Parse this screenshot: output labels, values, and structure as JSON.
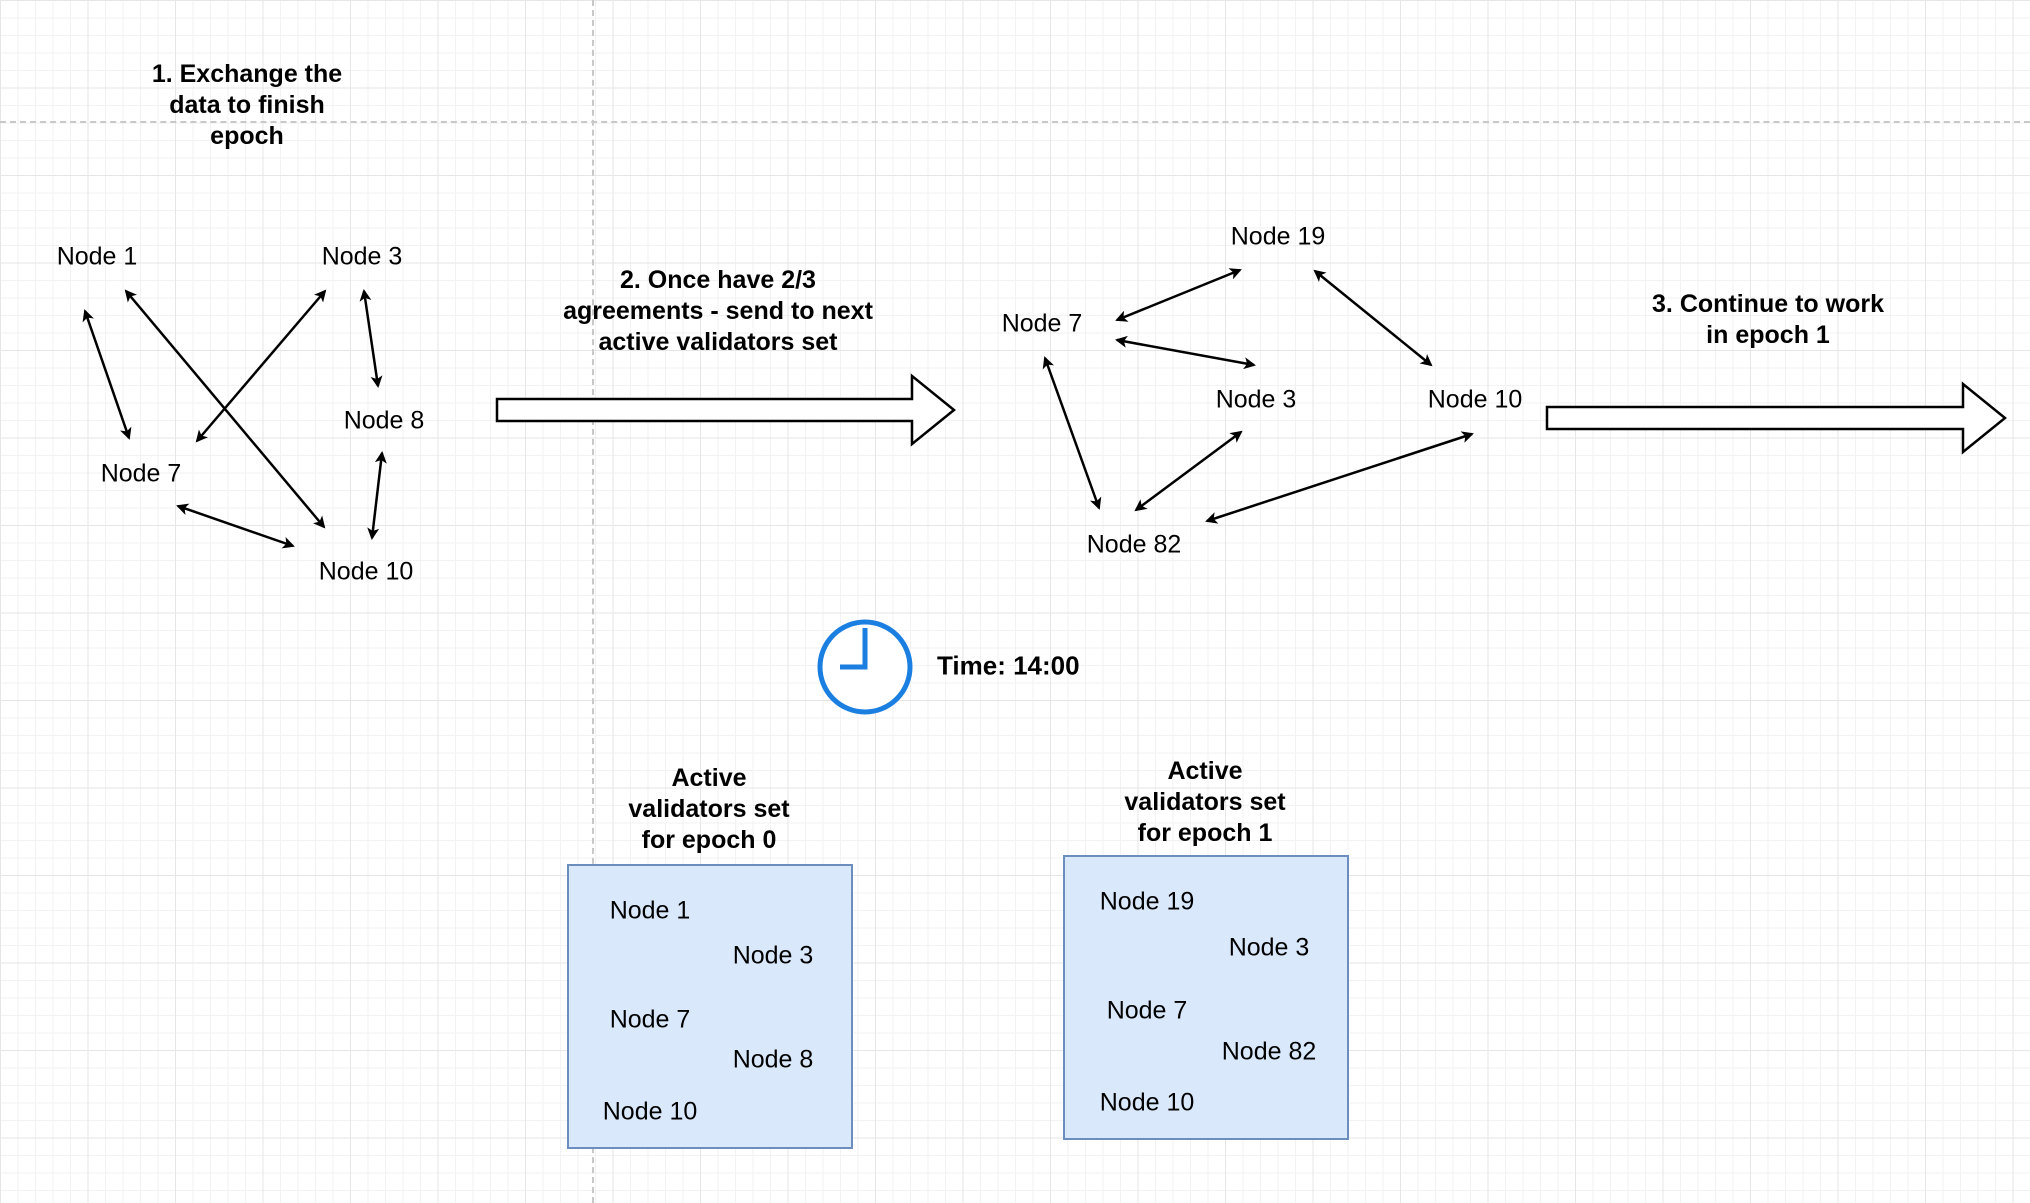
{
  "steps": {
    "step1": "1. Exchange the\ndata to finish\nepoch",
    "step2": "2. Once have 2/3\nagreements - send to next\nactive validators set",
    "step3": "3. Continue to work\nin epoch 1"
  },
  "epoch0_graph": {
    "node1": "Node 1",
    "node3": "Node 3",
    "node8": "Node 8",
    "node7": "Node 7",
    "node10": "Node 10"
  },
  "epoch1_graph": {
    "node19": "Node 19",
    "node7": "Node 7",
    "node3": "Node 3",
    "node10": "Node 10",
    "node82": "Node 82"
  },
  "clock": {
    "icon": "clock-icon",
    "time_label": "Time: 14:00",
    "color": "#1a7fe0"
  },
  "validator_sets": {
    "epoch0": {
      "title": "Active\nvalidators set\nfor epoch 0",
      "nodes": [
        "Node 1",
        "Node 3",
        "Node 7",
        "Node 8",
        "Node 10"
      ]
    },
    "epoch1": {
      "title": "Active\nvalidators set\nfor epoch 1",
      "nodes": [
        "Node 19",
        "Node 3",
        "Node 7",
        "Node 82",
        "Node 10"
      ]
    }
  },
  "colors": {
    "box_fill": "#dae8fc",
    "box_stroke": "#6c8ebf",
    "arrow": "#000000"
  }
}
